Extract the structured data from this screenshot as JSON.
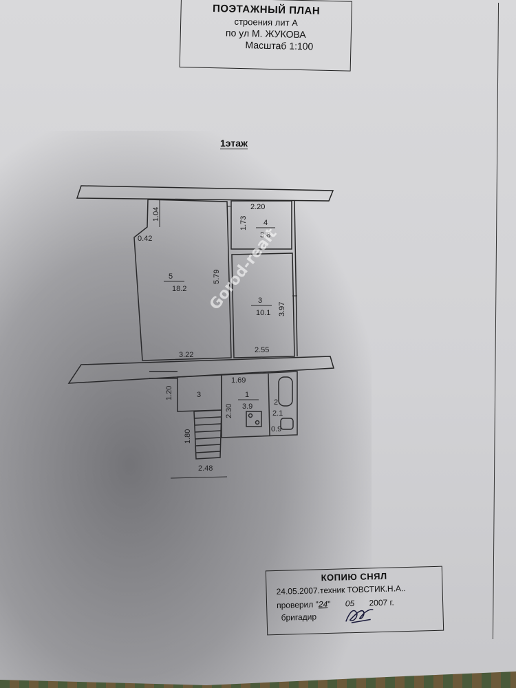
{
  "header": {
    "title": "ПОЭТАЖНЫЙ ПЛАН",
    "line2": "строения лит А",
    "line3": "по ул М. ЖУКОВА",
    "scale": "Масштаб 1:100"
  },
  "floor_label": "1этаж",
  "rooms": [
    {
      "number": "5",
      "area": "18.2"
    },
    {
      "number": "4",
      "area": "3.8"
    },
    {
      "number": "3",
      "area": "10.1"
    },
    {
      "number": "1",
      "area": "3.9"
    },
    {
      "number": "2",
      "area": "2.1"
    },
    {
      "number": "3",
      "area": ""
    }
  ],
  "dimensions": {
    "d104": "1.04",
    "d042": "0.42",
    "d579": "5.79",
    "d322": "3.22",
    "d220": "2.20",
    "d173": "1.73",
    "d397": "3.97",
    "d255": "2.55",
    "d169": "1.69",
    "d230": "2.30",
    "d120": "1.20",
    "d180": "1.80",
    "d248": "2.48",
    "d09": "0.9"
  },
  "watermark": "Gorod-realt",
  "stamp": {
    "heading": "КОПИЮ СНЯЛ",
    "line1": "24.05.2007.техник  ТОВСТИК.Н.А..",
    "line2_label": "проверил \"",
    "line2_day": "24",
    "line2_mid": "\"",
    "line2_month": "05",
    "line2_year": "2007 г.",
    "line3": "бригадир"
  }
}
